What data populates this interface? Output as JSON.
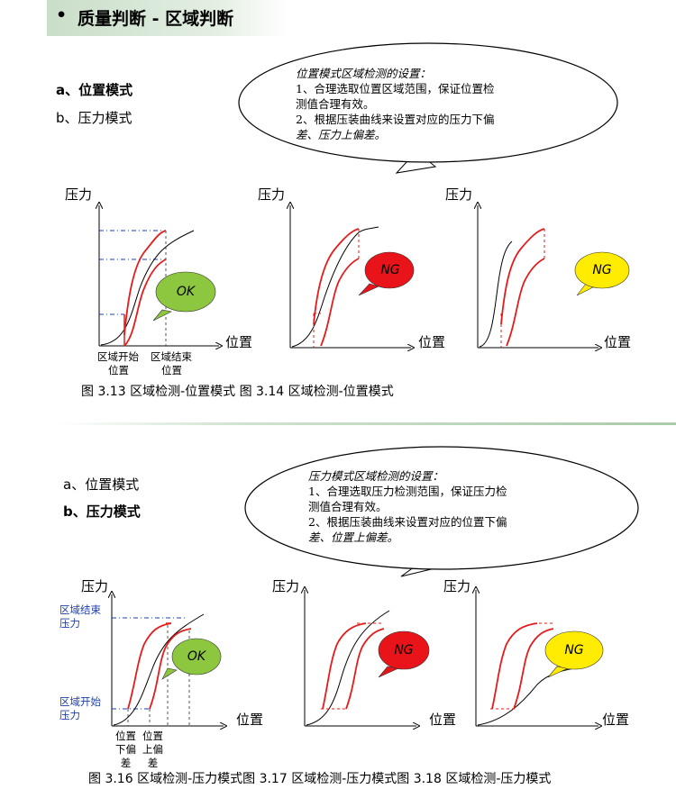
{
  "header": {
    "bullet": "•",
    "title": "质量判断 - 区域判断"
  },
  "section1": {
    "mode_a": "a、位置模式",
    "mode_b": "b、压力模式",
    "note": {
      "title": "位置模式区域检测的设置：",
      "line1": "1、合理选取位置区域范围，保证位置检",
      "line2": "测值合理有效。",
      "line3": "2、根据压装曲线来设置对应的压力下偏",
      "line4": "差、压力上偏差。"
    },
    "charts": [
      {
        "ylabel": "压力",
        "xlabel": "位置",
        "result": "OK"
      },
      {
        "ylabel": "压力",
        "xlabel": "位置",
        "result": "NG"
      },
      {
        "ylabel": "压力",
        "xlabel": "位置",
        "result": "NG"
      }
    ],
    "labels": {
      "start_line1": "区域开始",
      "start_line2": "位置",
      "end_line1": "区域结束",
      "end_line2": "位置"
    },
    "caption": "图 3.13  区域检测-位置模式 图 3.14  区域检测-位置模式"
  },
  "section2": {
    "mode_a": "a、位置模式",
    "mode_b": "b、压力模式",
    "note": {
      "title": "压力模式区域检测的设置：",
      "line1": "1、合理选取压力检测范围，保证压力检",
      "line2": "测值合理有效。",
      "line3": "2、根据压装曲线来设置对应的位置下偏",
      "line4": "差、位置上偏差。"
    },
    "charts": [
      {
        "ylabel": "压力",
        "xlabel": "位置",
        "result": "OK"
      },
      {
        "ylabel": "压力",
        "xlabel": "位置",
        "result": "NG"
      },
      {
        "ylabel": "压力",
        "xlabel": "位置",
        "result": "NG"
      }
    ],
    "labels": {
      "end_pressure_line1": "区域结束",
      "end_pressure_line2": "压力",
      "start_pressure_line1": "区域开始",
      "start_pressure_line2": "压力",
      "lower_line1": "位置",
      "lower_line2": "下偏",
      "lower_line3": "差",
      "upper_line1": "位置",
      "upper_line2": "上偏",
      "upper_line3": "差"
    },
    "caption": "图 3.16  区域检测-压力模式图 3.17  区域检测-压力模式图 3.18  区域检测-压力模式"
  },
  "colors": {
    "ok_bubble": "#8dc63f",
    "ng_red": "#e8141a",
    "ng_yellow": "#ffec00",
    "curve_red": "#e31c1c",
    "guide_blue": "#1f3fa8"
  }
}
